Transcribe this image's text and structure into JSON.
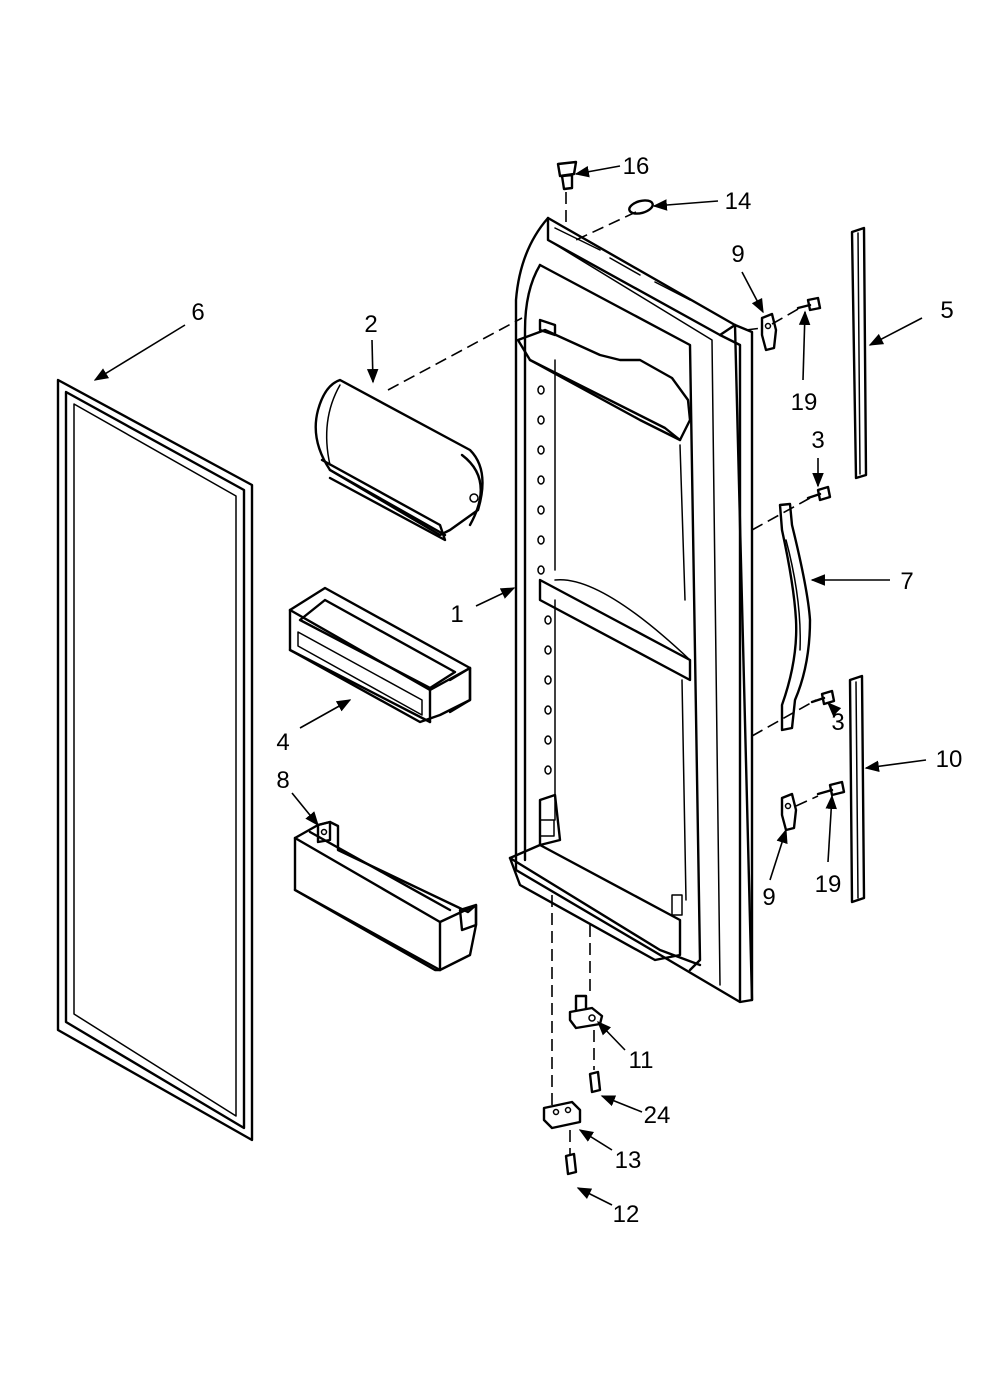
{
  "callouts": {
    "c1": "1",
    "c2": "2",
    "c3a": "3",
    "c3b": "3",
    "c4": "4",
    "c5": "5",
    "c6": "6",
    "c7": "7",
    "c8": "8",
    "c9a": "9",
    "c9b": "9",
    "c10": "10",
    "c11": "11",
    "c12": "12",
    "c13": "13",
    "c14": "14",
    "c16": "16",
    "c19a": "19",
    "c19b": "19",
    "c24": "24"
  }
}
